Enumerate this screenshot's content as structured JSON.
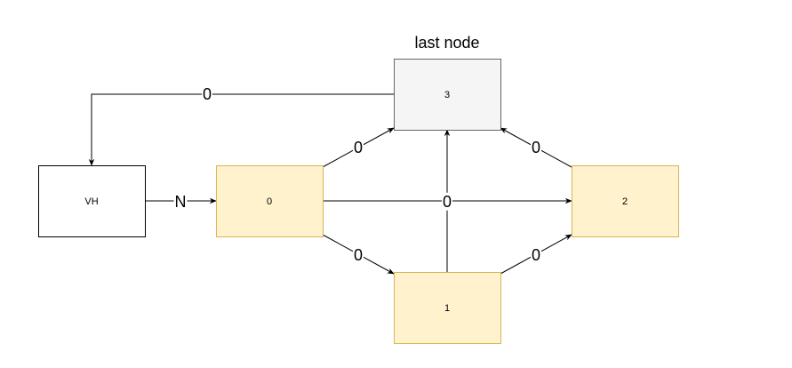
{
  "caption": "last node",
  "colors": {
    "start_fill": "#ffffff",
    "start_stroke": "#000000",
    "process_fill": "#fff2cc",
    "process_stroke": "#d6b656",
    "last_fill": "#f5f5f5",
    "last_stroke": "#666666",
    "edge": "#000000"
  },
  "nodes": [
    {
      "id": "vh",
      "label": "VH",
      "style": "start"
    },
    {
      "id": "n0",
      "label": "0",
      "style": "process"
    },
    {
      "id": "n1",
      "label": "1",
      "style": "process"
    },
    {
      "id": "n2",
      "label": "2",
      "style": "process"
    },
    {
      "id": "n3",
      "label": "3",
      "style": "last"
    }
  ],
  "edges": [
    {
      "id": "e-vh-n0",
      "from": "vh",
      "to": "n0",
      "label": "N"
    },
    {
      "id": "e-n0-n3",
      "from": "n0",
      "to": "n3",
      "label": "0"
    },
    {
      "id": "e-n0-n2",
      "from": "n0",
      "to": "n2",
      "label": "0"
    },
    {
      "id": "e-n0-n1",
      "from": "n0",
      "to": "n1",
      "label": "0"
    },
    {
      "id": "e-n1-n2",
      "from": "n1",
      "to": "n2",
      "label": "0"
    },
    {
      "id": "e-n1-n3",
      "from": "n1",
      "to": "n3",
      "label": ""
    },
    {
      "id": "e-n2-n3",
      "from": "n2",
      "to": "n3",
      "label": "0"
    },
    {
      "id": "e-n3-vh",
      "from": "n3",
      "to": "vh",
      "label": "0"
    }
  ]
}
